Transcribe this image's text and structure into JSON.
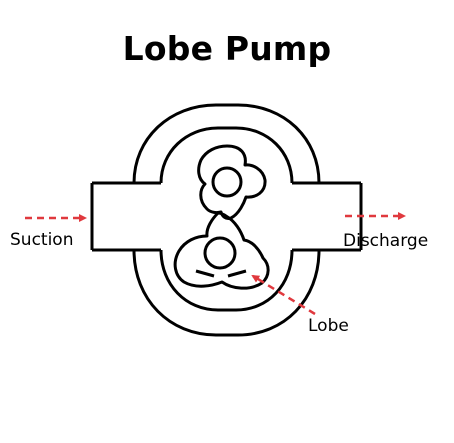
{
  "title": "Lobe Pump",
  "labels": {
    "suction": "Suction",
    "discharge": "Discharge",
    "lobe": "Lobe"
  },
  "colors": {
    "line": "#000000",
    "arrow": "#e0393e",
    "background": "#ffffff"
  }
}
